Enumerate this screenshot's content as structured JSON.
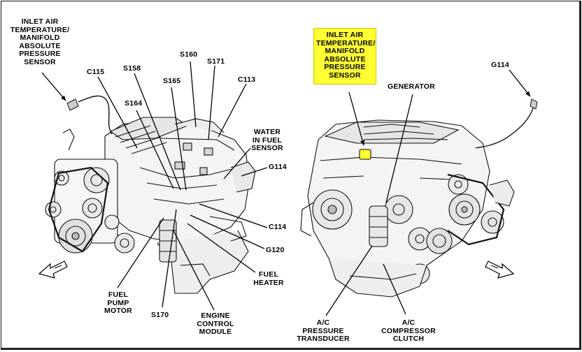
{
  "colors": {
    "highlight": "#ffff33",
    "ink": "#000000",
    "background": "#ffffff"
  },
  "labels": {
    "left": {
      "inlet_air_sensor": "INLET AIR\nTEMPERATURE/\nMANIFOLD\nABSOLUTE\nPRESSURE\nSENSOR",
      "c115": "C115",
      "s158": "S158",
      "s164": "S164",
      "s165": "S165",
      "s160": "S160",
      "s171": "S171",
      "c113": "C113",
      "water_in_fuel_sensor": "WATER\nIN FUEL\nSENSOR",
      "g114": "G114",
      "c114": "C114",
      "g120": "G120",
      "fuel_heater": "FUEL\nHEATER",
      "engine_control_module": "ENGINE\nCONTROL\nMODULE",
      "s170": "S170",
      "fuel_pump_motor": "FUEL\nPUMP\nMOTOR"
    },
    "right": {
      "inlet_air_sensor": "INLET AIR\nTEMPERATURE/\nMANIFOLD\nABSOLUTE\nPRESSURE\nSENSOR",
      "generator": "GENERATOR",
      "g114": "G114",
      "ac_pressure_transducer": "A/C\nPRESSURE\nTRANSDUCER",
      "ac_compressor_clutch": "A/C\nCOMPRESSOR\nCLUTCH"
    }
  }
}
